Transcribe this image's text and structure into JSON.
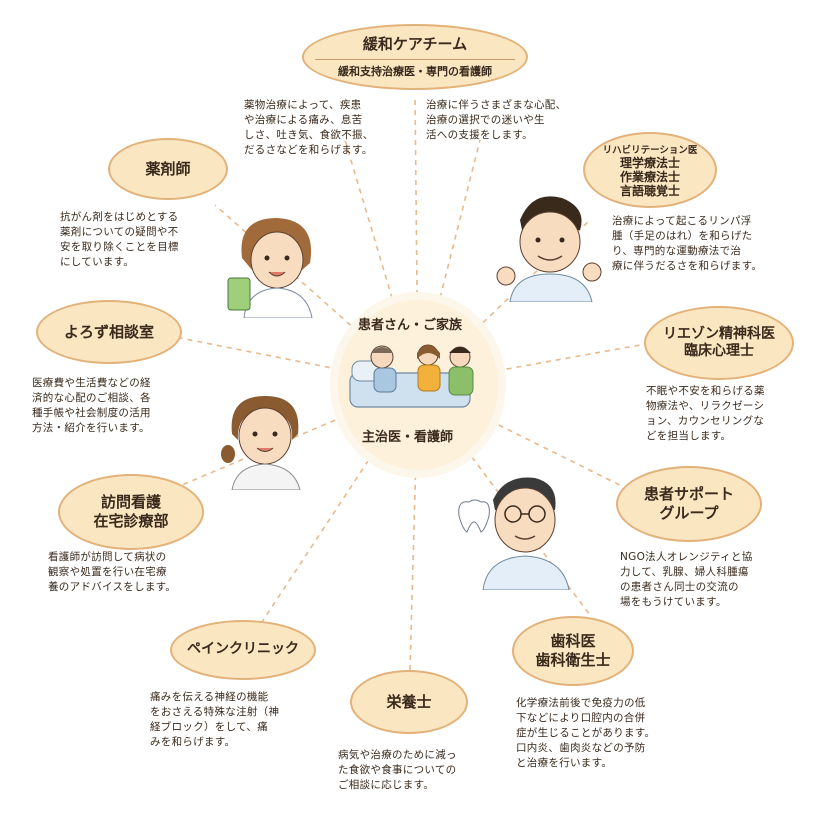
{
  "center": {
    "top_label": "患者さん・ご家族",
    "bottom_label": "主治医・看護師"
  },
  "nodes": {
    "palliative": {
      "title": "緩和ケアチーム",
      "subtitle": "緩和支持治療医・専門の看護師",
      "desc_left": [
        "薬物治療によって、疾患",
        "や治療による痛み、息苦",
        "しさ、吐き気、食欲不振、",
        "だるさなどを和らげます。"
      ],
      "desc_right": [
        "治療に伴うさまざまな心配、",
        "治療の選択での迷いや生",
        "活への支援をします。"
      ]
    },
    "pharmacist": {
      "title": "薬剤師",
      "desc": [
        "抗がん剤をはじめとする",
        "薬剤についての疑問や不",
        "安を取り除くことを目標",
        "にしています。"
      ]
    },
    "rehab": {
      "lines": [
        "リハビリテーション医",
        "理学療法士",
        "作業療法士",
        "言語聴覚士"
      ],
      "desc": [
        "治療によって起こるリンパ浮",
        "腫（手足のはれ）を和らげた",
        "り、専門的な運動療法で治",
        "療に伴うだるさを和らげます。"
      ]
    },
    "consult": {
      "title": "よろず相談室",
      "desc": [
        "医療費や生活費などの経",
        "済的な心配のご相談、各",
        "種手帳や社会制度の活用",
        "方法・紹介を行います。"
      ]
    },
    "liaison": {
      "title": "リエゾン精神科医",
      "subtitle": "臨床心理士",
      "desc": [
        "不眠や不安を和らげる薬",
        "物療法や、リラクゼーシ",
        "ョン、カウンセリングな",
        "どを担当します。"
      ]
    },
    "homecare": {
      "title": "訪問看護",
      "subtitle": "在宅診療部",
      "desc": [
        "看護師が訪問して病状の",
        "観察や処置を行い在宅療",
        "養のアドバイスをします。"
      ]
    },
    "support": {
      "title": "患者サポート",
      "subtitle": "グループ",
      "desc": [
        "NGO法人オレンジティと協",
        "力して、乳腺、婦人科腫瘍",
        "の患者さん同士の交流の",
        "場をもうけています。"
      ]
    },
    "pain": {
      "title": "ペインクリニック",
      "desc": [
        "痛みを伝える神経の機能",
        "をおさえる特殊な注射（神",
        "経ブロック）をして、痛",
        "みを和らげます。"
      ]
    },
    "nutrition": {
      "title": "栄養士",
      "desc": [
        "病気や治療のために減っ",
        "た食欲や食事についての",
        "ご相談に応じます。"
      ]
    },
    "dental": {
      "title": "歯科医",
      "subtitle": "歯科衛生士",
      "desc": [
        "化学療法前後で免疫力の低",
        "下などにより口腔内の合併",
        "症が生じることがあります。",
        "口内炎、歯肉炎などの予防",
        "と治療を行います。"
      ]
    }
  },
  "colors": {
    "oval_fill": "#fbe6c2",
    "oval_border": "#e2b27a",
    "line": "#e8b98a",
    "text": "#3a2a1c"
  }
}
